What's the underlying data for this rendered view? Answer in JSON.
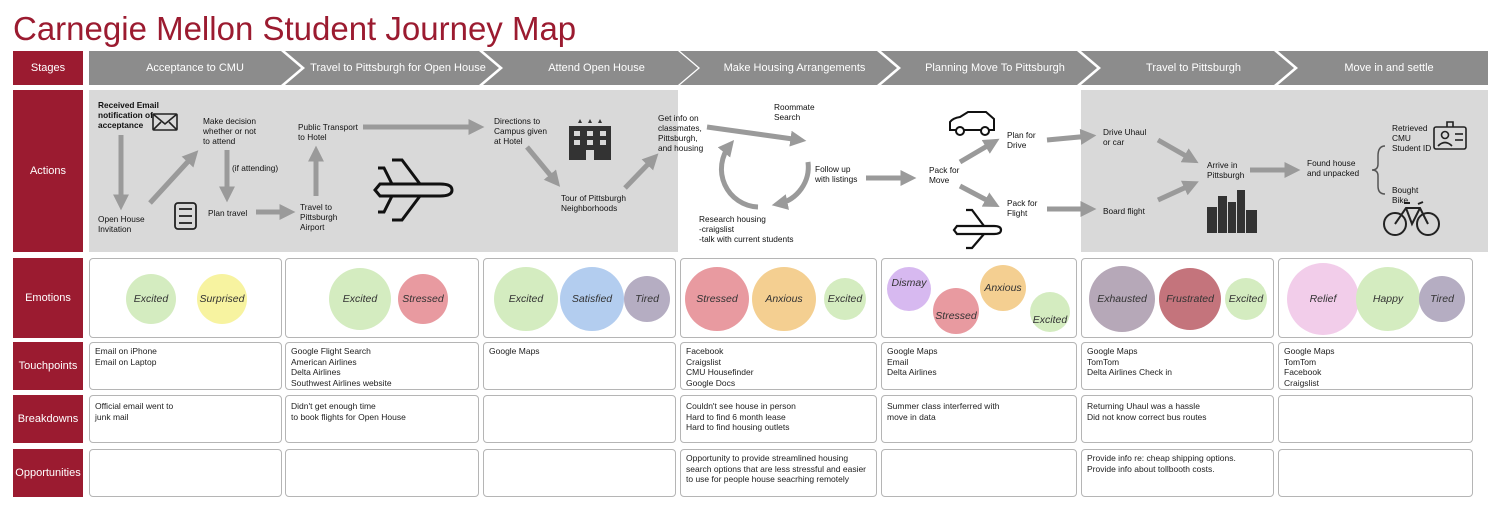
{
  "title": "Carnegie Mellon Student Journey Map",
  "row_labels": {
    "stages": "Stages",
    "actions": "Actions",
    "emotions": "Emotions",
    "touchpoints": "Touchpoints",
    "breakdowns": "Breakdowns",
    "opportunities": "Opportunities"
  },
  "stages": [
    "Acceptance to CMU",
    "Travel to Pittsburgh for Open House",
    "Attend Open House",
    "Make Housing Arrangements",
    "Planning Move To Pittsburgh",
    "Travel to Pittsburgh",
    "Move in and settle"
  ],
  "actions": {
    "received_email": "Received Email\nnotification of\nacceptance",
    "make_decision": "Make decision\nwhether or not\nto attend",
    "if_attending": "(if attending)",
    "open_house_invitation": "Open House\nInvitation",
    "plan_travel": "Plan travel",
    "public_transport": "Public Transport\nto Hotel",
    "travel_airport": "Travel to\nPittsburgh\nAirport",
    "directions": "Directions to\nCampus given\nat Hotel",
    "tour": "Tour of Pittsburgh\nNeighborhoods",
    "get_info": "Get info on\nclassmates,\nPittsburgh,\nand housing",
    "roommate_search": "Roommate\nSearch",
    "follow_up": "Follow up\nwith listings",
    "research_housing": "Research housing\n-craigslist\n-talk with current students",
    "pack_for_move": "Pack for\nMove",
    "plan_for_drive": "Plan for\nDrive",
    "pack_for_flight": "Pack for\nFlight",
    "drive_uhaul": "Drive Uhaul\nor car",
    "board_flight": "Board flight",
    "arrive": "Arrive in\nPittsburgh",
    "found_house": "Found house\nand unpacked",
    "retrieved_id": "Retrieved\nCMU\nStudent ID",
    "bought_bike": "Bought\nBike"
  },
  "emotions": [
    [
      {
        "label": "Excited",
        "color": "#d4ecc0"
      },
      {
        "label": "Surprised",
        "color": "#f7f3a0"
      }
    ],
    [
      {
        "label": "Excited",
        "color": "#d4ecc0"
      },
      {
        "label": "Stressed",
        "color": "#e89aa0"
      }
    ],
    [
      {
        "label": "Excited",
        "color": "#d4ecc0"
      },
      {
        "label": "Satisfied",
        "color": "#b3cdef"
      },
      {
        "label": "Tired",
        "color": "#b5adc2"
      }
    ],
    [
      {
        "label": "Stressed",
        "color": "#e89aa0"
      },
      {
        "label": "Anxious",
        "color": "#f4cf91"
      },
      {
        "label": "Excited",
        "color": "#d4ecc0"
      }
    ],
    [
      {
        "label": "Dismay",
        "color": "#d7b9f0"
      },
      {
        "label": "Anxious",
        "color": "#f4cf91"
      },
      {
        "label": "Stressed",
        "color": "#e89aa0"
      },
      {
        "label": "Excited",
        "color": "#d4ecc0"
      }
    ],
    [
      {
        "label": "Exhausted",
        "color": "#b6a8b8"
      },
      {
        "label": "Frustrated",
        "color": "#c4747c"
      },
      {
        "label": "Excited",
        "color": "#d4ecc0"
      }
    ],
    [
      {
        "label": "Relief",
        "color": "#f2cdea"
      },
      {
        "label": "Happy",
        "color": "#d4ecc0"
      },
      {
        "label": "Tired",
        "color": "#b5adc2"
      }
    ]
  ],
  "touchpoints": [
    "Email on iPhone\nEmail on Laptop",
    "Google Flight Search\nAmerican Airlines\nDelta Airlines\nSouthwest Airlines website",
    "Google Maps",
    "Facebook\nCraigslist\nCMU Housefinder\nGoogle Docs",
    "Google Maps\nEmail\nDelta Airlines",
    "Google Maps\nTomTom\nDelta Airlines Check in",
    "Google Maps\nTomTom\nFacebook\nCraigslist"
  ],
  "breakdowns": [
    "Official email went to\njunk mail",
    "Didn't get enough time\nto book flights for Open House",
    "",
    "Couldn't see house in person\nHard to find 6 month lease\nHard to find housing outlets",
    "Summer class interferred with\nmove in data",
    "Returning Uhaul was a hassle\nDid not know correct bus routes",
    ""
  ],
  "opportunities": [
    "",
    "",
    "",
    "Opportunity to provide streamlined  housing\nsearch options that are less stressful and easier\nto use for people house seacrhing remotely",
    "",
    "Provide info re: cheap shipping options.\nProvide info about tollbooth costs.",
    ""
  ],
  "icons": [
    "envelope-icon",
    "list-icon",
    "airplane-icon",
    "building-icon",
    "car-icon",
    "city-icon",
    "id-card-icon",
    "bicycle-icon"
  ],
  "colors": {
    "brand": "#9b1b30",
    "stage_bar": "#8c8c8c",
    "action_bg": "#d9d9d9",
    "arrow": "#9a9a9a"
  }
}
